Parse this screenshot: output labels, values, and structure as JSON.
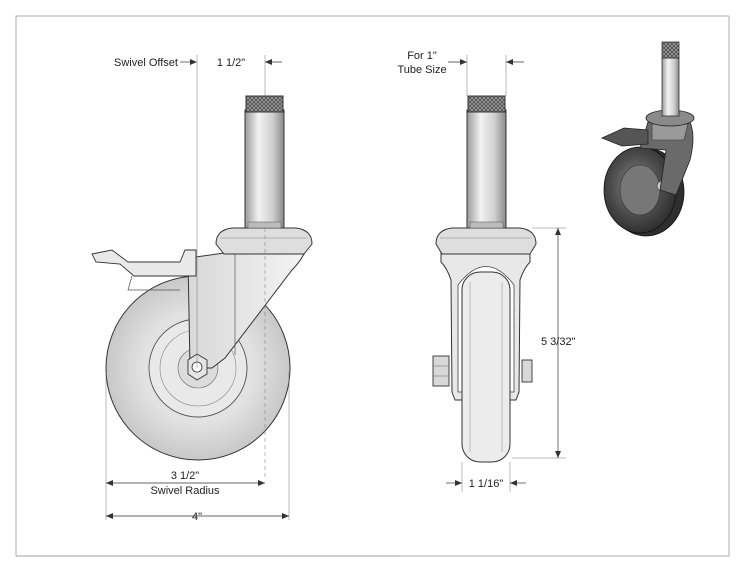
{
  "drawing": {
    "swivel_offset_label": "Swivel Offset",
    "swivel_offset_value": "1 1/2\"",
    "tube_size_line1": "For 1\"",
    "tube_size_line2": "Tube Size",
    "swivel_radius_value": "3 1/2\"",
    "swivel_radius_label": "Swivel Radius",
    "wheel_diameter_value": "4\"",
    "height_value": "5 3/32\"",
    "wheel_width_value": "1 1/16\""
  },
  "colors": {
    "metal_light": "#e6e6e6",
    "metal_mid": "#bdbdbd",
    "metal_dark": "#7a7a7a",
    "tread": "#d9d9d9",
    "iso_dark": "#3a3a3a",
    "line": "#333333"
  }
}
